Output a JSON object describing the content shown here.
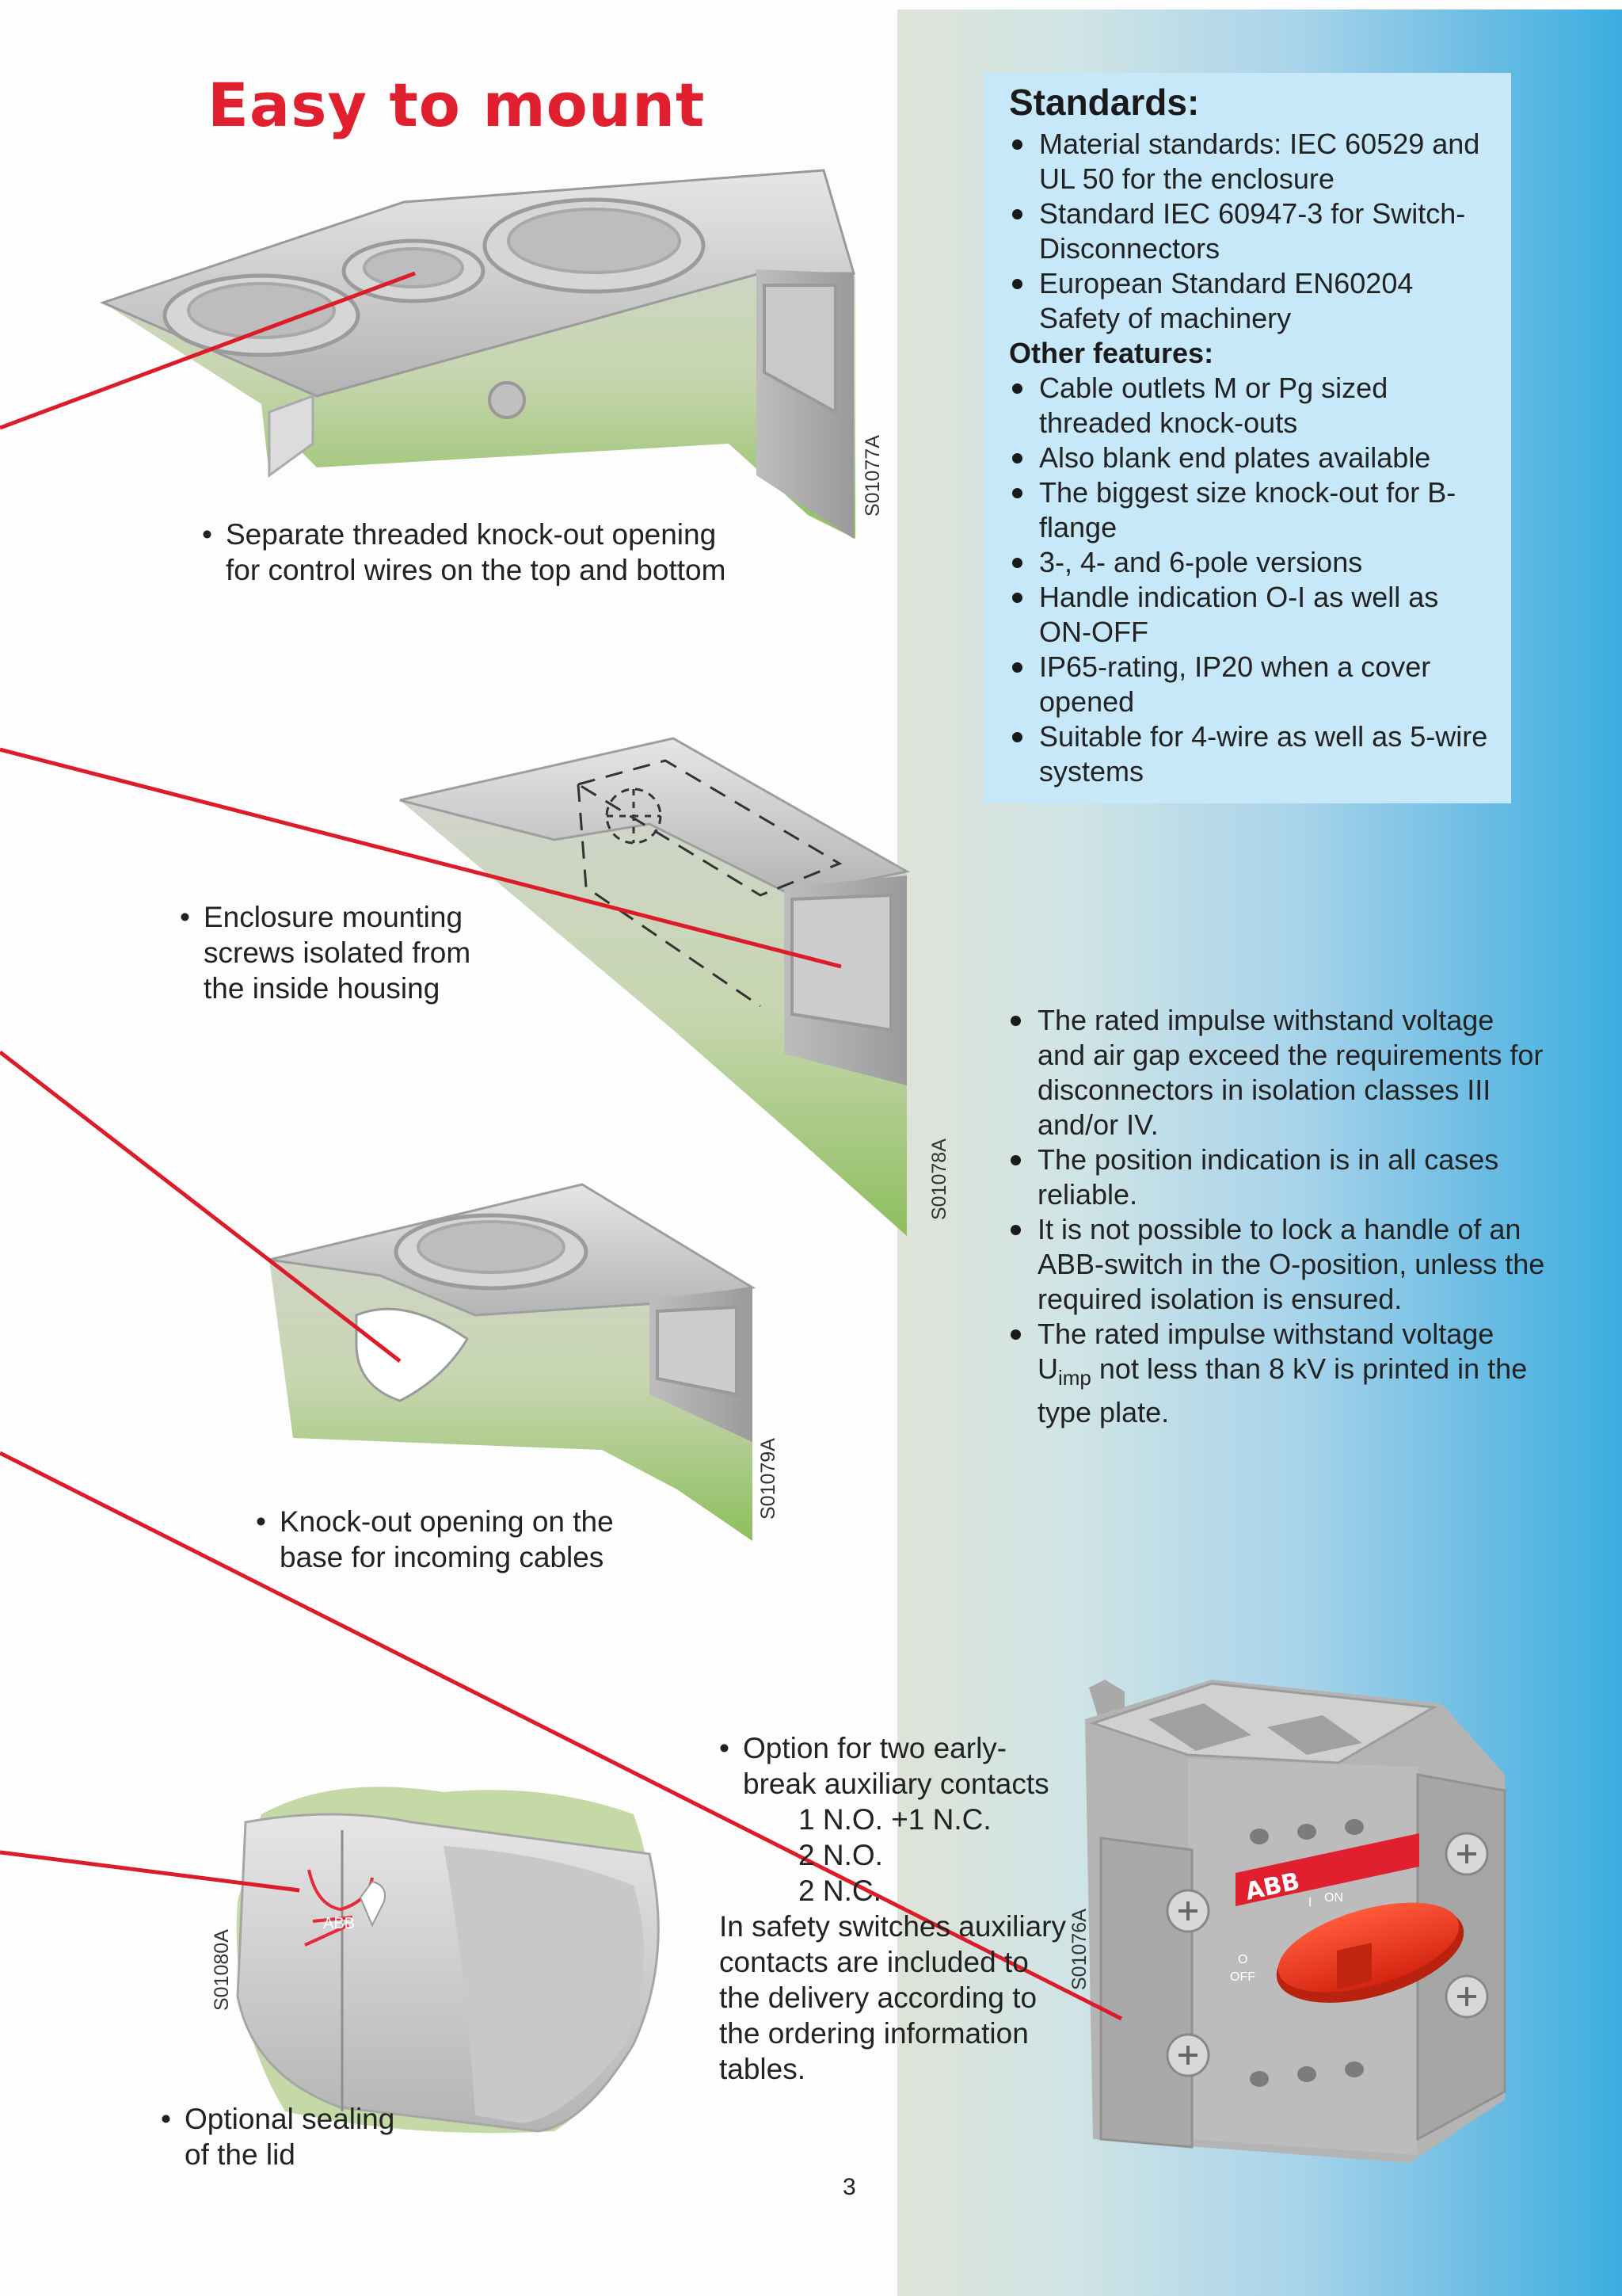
{
  "page": {
    "title": "Easy to mount",
    "page_number": "3"
  },
  "colors": {
    "title_red": "#e0202e",
    "panel_blue": "#3aaee0",
    "standards_box": "#c7e8f8",
    "leader_red": "#dd1c2a"
  },
  "standards": {
    "heading": "Standards:",
    "items": [
      "Material standards: IEC 60529 and UL 50 for the enclosure",
      "Standard IEC 60947-3 for Switch-Disconnectors",
      "European Standard EN60204 Safety of machinery"
    ],
    "other_heading": "Other features:",
    "other_items": [
      "Cable outlets M or Pg sized threaded knock-outs",
      "Also blank end plates available",
      "The biggest size knock-out for B-flange",
      "3-, 4- and 6-pole versions",
      "Handle indication O-I as well as ON-OFF",
      "IP65-rating, IP20 when a cover opened",
      "Suitable for 4-wire as well as 5-wire systems"
    ]
  },
  "isolation": {
    "items": [
      "The rated impulse withstand voltage and air gap exceed the requirements for disconnectors in isolation classes III and/or IV.",
      "The position indication is in all cases reliable.",
      "It is not possible to lock a handle of an ABB-switch in the O-position, unless the required isolation is ensured."
    ],
    "last_prefix": "The rated impulse withstand voltage U",
    "last_sub": "imp",
    "last_suffix": " not less than 8 kV is printed in the type plate."
  },
  "figures": [
    {
      "code": "S01077A",
      "caption": "Separate threaded knock-out opening for control wires on the top and bottom"
    },
    {
      "code": "S01078A",
      "caption": "Enclosure mounting screws isolated from the inside housing"
    },
    {
      "code": "S01079A",
      "caption": "Knock-out opening on the base for incoming cables"
    },
    {
      "code": "S01080A",
      "caption": "Optional sealing of the lid"
    },
    {
      "code": "S01076A"
    }
  ],
  "auxiliary": {
    "bullet": "Option for two early-break auxiliary contacts",
    "options": [
      "1 N.O. +1 N.C.",
      "2 N.O.",
      "2 N.C."
    ],
    "note": "In safety switches auxiliary contacts are included to the delivery according to the ordering information tables."
  },
  "switch_labels": {
    "brand": "ABB",
    "on_i": "I",
    "on": "ON",
    "off_o": "O",
    "off": "OFF",
    "seal_brand": "ABB"
  }
}
